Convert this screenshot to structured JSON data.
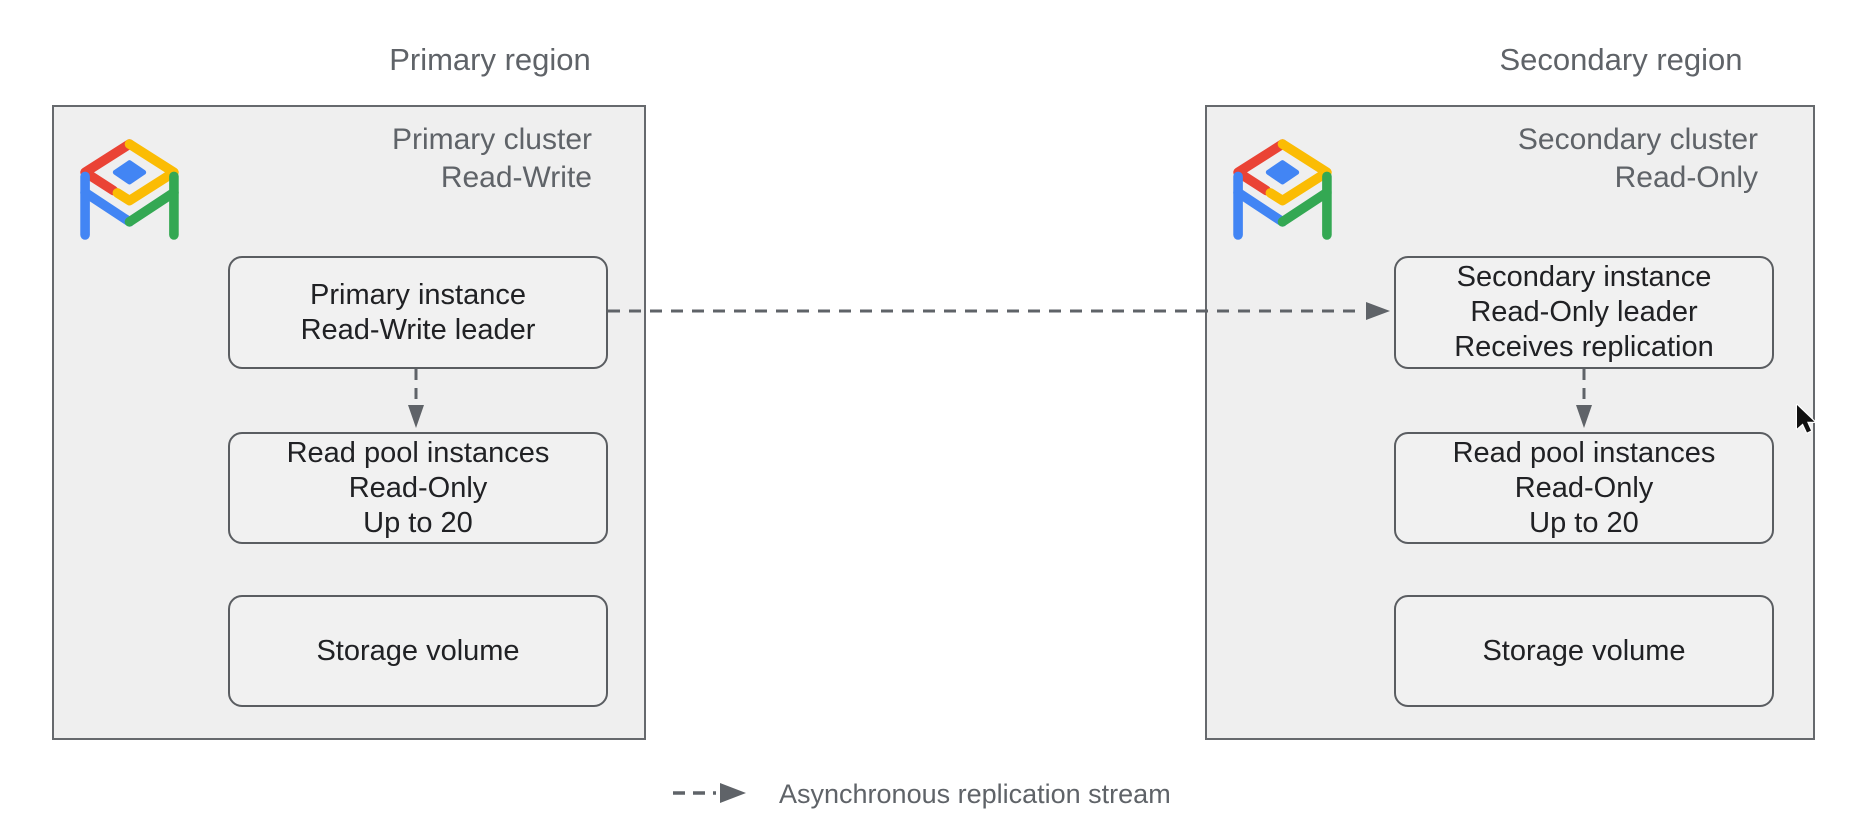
{
  "colors": {
    "background": "#ffffff",
    "cluster_fill": "#efefef",
    "cluster_border": "#66696d",
    "node_fill": "#f1f1f1",
    "node_border": "#5a5d61",
    "muted_text": "#5f6368",
    "node_text": "#202124",
    "arrow": "#5f6368",
    "icon_red": "#ea4335",
    "icon_yellow": "#fbbc04",
    "icon_green": "#34a853",
    "icon_blue": "#4285f4"
  },
  "regions": [
    {
      "region_label": "Primary region",
      "cluster_title": [
        "Primary cluster",
        "Read-Write"
      ],
      "icon": "alloydb-icon",
      "nodes": [
        {
          "lines": [
            "Primary instance",
            "Read-Write leader",
            ""
          ]
        },
        {
          "lines": [
            "Read pool instances",
            "Read-Only",
            "Up to 20"
          ]
        },
        {
          "lines": [
            "Storage volume"
          ]
        }
      ]
    },
    {
      "region_label": "Secondary region",
      "cluster_title": [
        "Secondary cluster",
        "Read-Only"
      ],
      "icon": "alloydb-icon",
      "nodes": [
        {
          "lines": [
            "Secondary instance",
            "Read-Only leader",
            "Receives replication"
          ]
        },
        {
          "lines": [
            "Read pool instances",
            "Read-Only",
            "Up to 20"
          ]
        },
        {
          "lines": [
            "Storage volume"
          ]
        }
      ]
    }
  ],
  "legend": {
    "label": "Asynchronous replication stream"
  }
}
